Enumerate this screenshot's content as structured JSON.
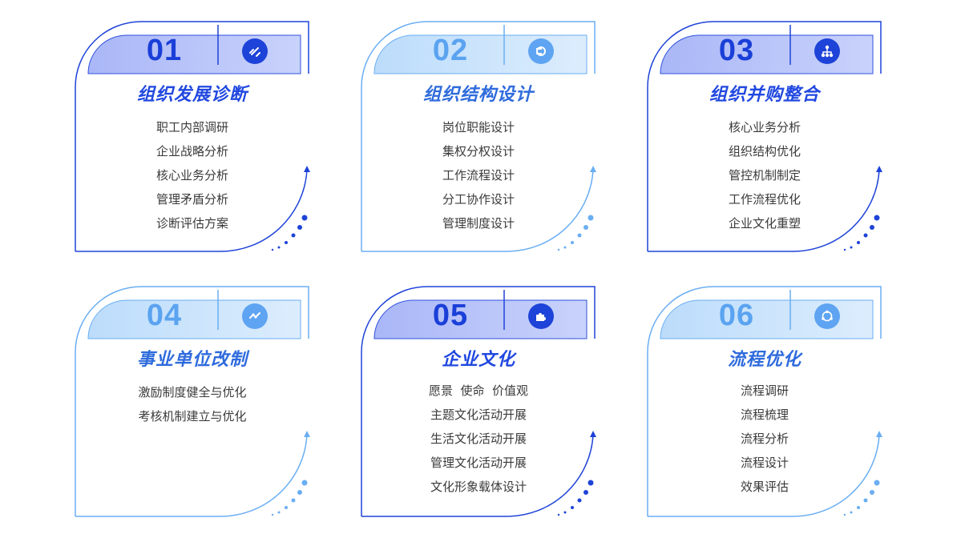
{
  "colors": {
    "dark_accent": "#1e43d8",
    "light_accent": "#5ea4f2",
    "text": "#3a3a3a"
  },
  "cards": [
    {
      "number": "01",
      "title": "组织发展诊断",
      "theme": "dark",
      "icon": "link-icon",
      "items": [
        "职工内部调研",
        "企业战略分析",
        "核心业务分析",
        "管理矛盾分析",
        "诊断评估方案"
      ]
    },
    {
      "number": "02",
      "title": "组织结构设计",
      "theme": "light",
      "icon": "flow-icon",
      "items": [
        "岗位职能设计",
        "集权分权设计",
        "工作流程设计",
        "分工协作设计",
        "管理制度设计"
      ]
    },
    {
      "number": "03",
      "title": "组织并购整合",
      "theme": "dark",
      "icon": "hierarchy-icon",
      "items": [
        "核心业务分析",
        "组织结构优化",
        "管控机制制定",
        "工作流程优化",
        "企业文化重塑"
      ]
    },
    {
      "number": "04",
      "title": "事业单位改制",
      "theme": "light",
      "icon": "trend-icon",
      "items": [
        "激励制度健全与优化",
        "考核机制建立与优化"
      ]
    },
    {
      "number": "05",
      "title": "企业文化",
      "theme": "dark",
      "icon": "puzzle-icon",
      "items": [
        "愿景  使命  价值观",
        "主题文化活动开展",
        "生活文化活动开展",
        "管理文化活动开展",
        "文化形象载体设计"
      ]
    },
    {
      "number": "06",
      "title": "流程优化",
      "theme": "light",
      "icon": "cycle-icon",
      "items": [
        "流程调研",
        "流程梳理",
        "流程分析",
        "流程设计",
        "效果评估"
      ]
    }
  ]
}
